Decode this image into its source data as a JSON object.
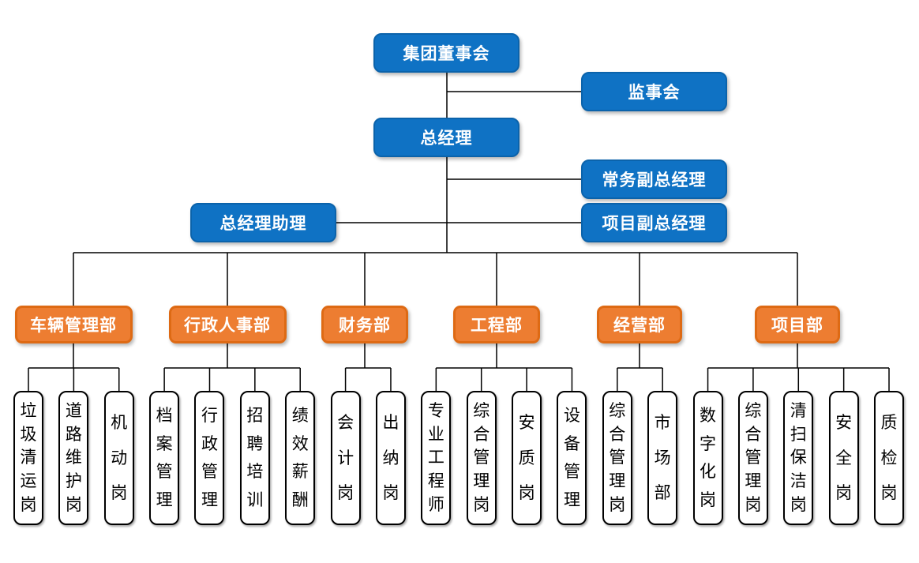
{
  "org_chart": {
    "top_nodes": {
      "board": "集团董事会",
      "supervisory_board": "监事会",
      "general_manager": "总经理",
      "executive_deputy_gm": "常务副总经理",
      "gm_assistant": "总经理助理",
      "project_deputy_gm": "项目副总经理"
    },
    "departments": [
      {
        "label": "车辆管理部",
        "positions": [
          "垃圾清运岗",
          "道路维护岗",
          "机动岗"
        ]
      },
      {
        "label": "行政人事部",
        "positions": [
          "档案管理",
          "行政管理",
          "招聘培训",
          "绩效薪酬"
        ]
      },
      {
        "label": "财务部",
        "positions": [
          "会计岗",
          "出纳岗"
        ]
      },
      {
        "label": "工程部",
        "positions": [
          "专业工程师",
          "综合管理岗",
          "安质岗",
          "设备管理"
        ]
      },
      {
        "label": "经营部",
        "positions": [
          "综合管理岗",
          "市场部"
        ]
      },
      {
        "label": "项目部",
        "positions": [
          "数字化岗",
          "综合管理岗",
          "清扫保洁岗",
          "安全岗",
          "质检岗"
        ]
      }
    ],
    "colors": {
      "executive_blue": "#0F72C4",
      "department_orange": "#ED7D31",
      "department_border": "#DE6A14",
      "position_border": "#000000",
      "connector": "#000000",
      "text_on_color": "#FFFFFF",
      "position_text": "#000000"
    }
  }
}
